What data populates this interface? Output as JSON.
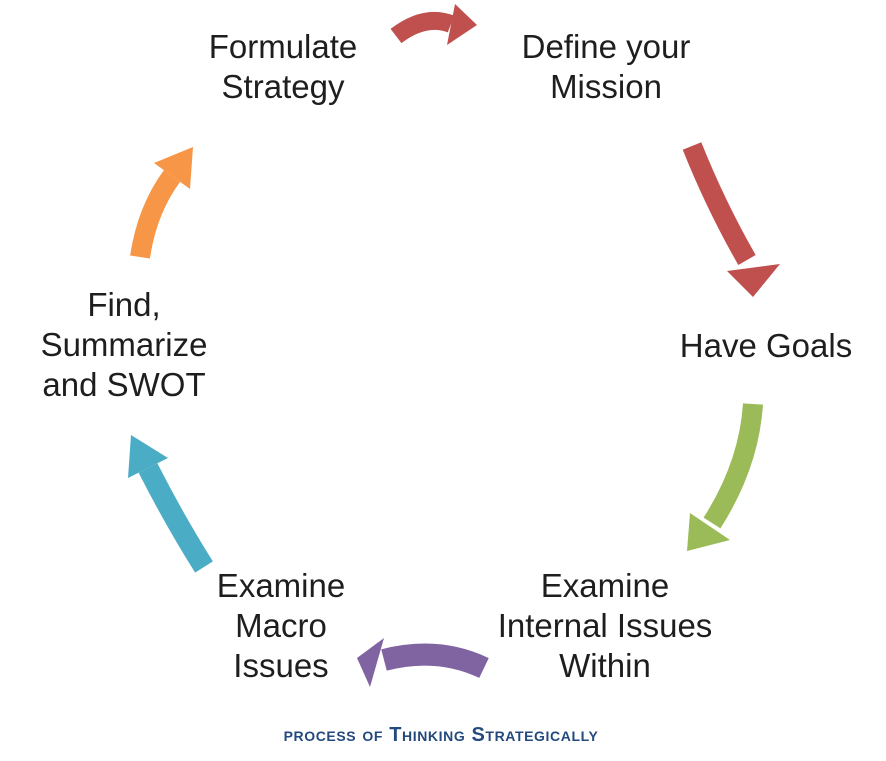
{
  "caption": {
    "text": "process of Thinking Strategically",
    "color": "#24497D"
  },
  "colors": {
    "red": "#C0504D",
    "green": "#9BBB59",
    "purple": "#8064A2",
    "teal": "#4BACC6",
    "orange": "#F79646",
    "text": "#1E1E1E",
    "caption": "#24497D",
    "background": "#FFFFFF"
  },
  "steps": [
    {
      "id": "formulate-strategy",
      "lines": [
        "Formulate",
        "Strategy"
      ]
    },
    {
      "id": "define-mission",
      "lines": [
        "Define your",
        "Mission"
      ]
    },
    {
      "id": "have-goals",
      "lines": [
        "Have Goals"
      ]
    },
    {
      "id": "examine-internal",
      "lines": [
        "Examine",
        "Internal Issues",
        "Within"
      ]
    },
    {
      "id": "examine-macro",
      "lines": [
        "Examine",
        "Macro",
        "Issues"
      ]
    },
    {
      "id": "find-swot",
      "lines": [
        "Find,",
        "Summarize",
        "and SWOT"
      ]
    }
  ],
  "arrows": [
    {
      "name": "formulate-to-mission",
      "from": "Formulate Strategy",
      "to": "Define your Mission",
      "color": "#C0504D"
    },
    {
      "name": "mission-to-goals",
      "from": "Define your Mission",
      "to": "Have Goals",
      "color": "#C0504D"
    },
    {
      "name": "goals-to-internal",
      "from": "Have Goals",
      "to": "Examine Internal Issues Within",
      "color": "#9BBB59"
    },
    {
      "name": "internal-to-macro",
      "from": "Examine Internal Issues Within",
      "to": "Examine Macro Issues",
      "color": "#8064A2"
    },
    {
      "name": "macro-to-swot",
      "from": "Examine Macro Issues",
      "to": "Find, Summarize and SWOT",
      "color": "#4BACC6"
    },
    {
      "name": "swot-to-formulate",
      "from": "Find, Summarize and SWOT",
      "to": "Formulate Strategy",
      "color": "#F79646"
    }
  ]
}
